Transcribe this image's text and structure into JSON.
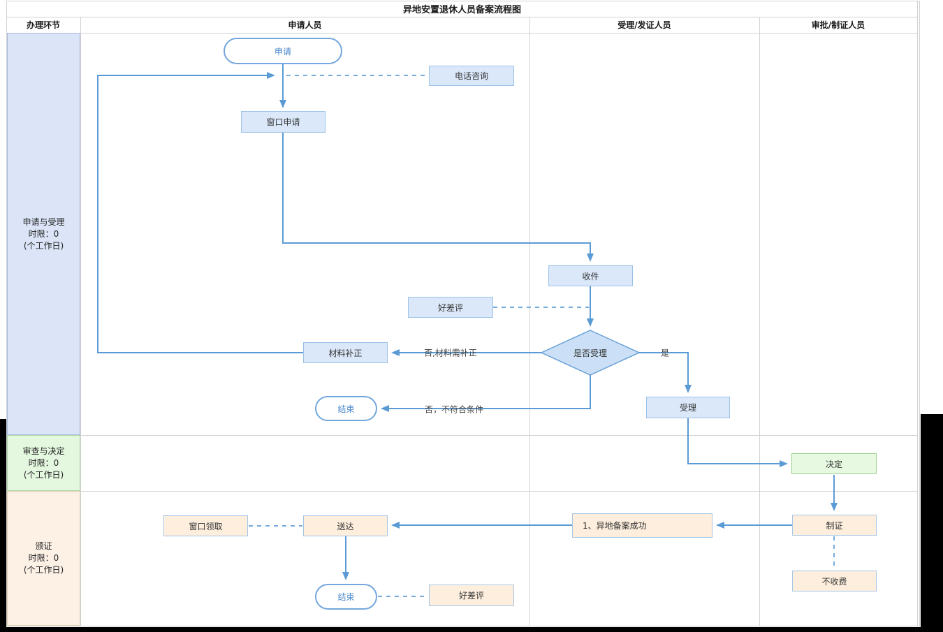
{
  "title": "异地安置退休人员备案流程图",
  "columns": {
    "stage": "办理环节",
    "applicant": "申请人员",
    "acceptor": "受理/发证人员",
    "approver": "审批/制证人员"
  },
  "lanes": {
    "lane1": {
      "name": "申请与受理",
      "limit": "时限：0",
      "unit": "(个工作日)"
    },
    "lane2": {
      "name": "审查与决定",
      "limit": "时限：0",
      "unit": "(个工作日)"
    },
    "lane3": {
      "name": "颁证",
      "limit": "时限：0",
      "unit": "(个工作日)"
    }
  },
  "nodes": {
    "start": "申请",
    "phone_consult": "电话咨询",
    "window_apply": "窗口申请",
    "receive_docs": "收件",
    "rating_top": "好差评",
    "accept_decision": "是否受理",
    "material_fix": "材料补正",
    "end_top": "结束",
    "accept": "受理",
    "decide": "决定",
    "make_cert": "制证",
    "no_fee": "不收费",
    "filing_success": "1、异地备案成功",
    "deliver": "送达",
    "window_pickup": "窗口领取",
    "end_bottom": "结束",
    "rating_bottom": "好差评"
  },
  "edge_labels": {
    "no_material_fix": "否,材料需补正",
    "yes": "是",
    "no_unqualified": "否，不符合条件"
  },
  "colors": {
    "line": "#5b9bd5",
    "dashed_line": "#76abdf",
    "box_blue_fill": "#dbe8fa",
    "box_blue_border": "#9cc2e8",
    "box_orange_fill": "#fdeedd",
    "box_orange_border": "#a4c6e6",
    "box_green_fill": "#e7fae1",
    "box_green_border": "#9ed193",
    "diamond_fill": "#cbe0f6",
    "diamond_border": "#69a1d8",
    "terminal_border": "#74a7dd",
    "terminal_text": "#4a88cc",
    "lane1_fill": "#dbe5f7",
    "lane2_fill": "#e4f7df",
    "lane3_fill": "#fdf1e6"
  }
}
